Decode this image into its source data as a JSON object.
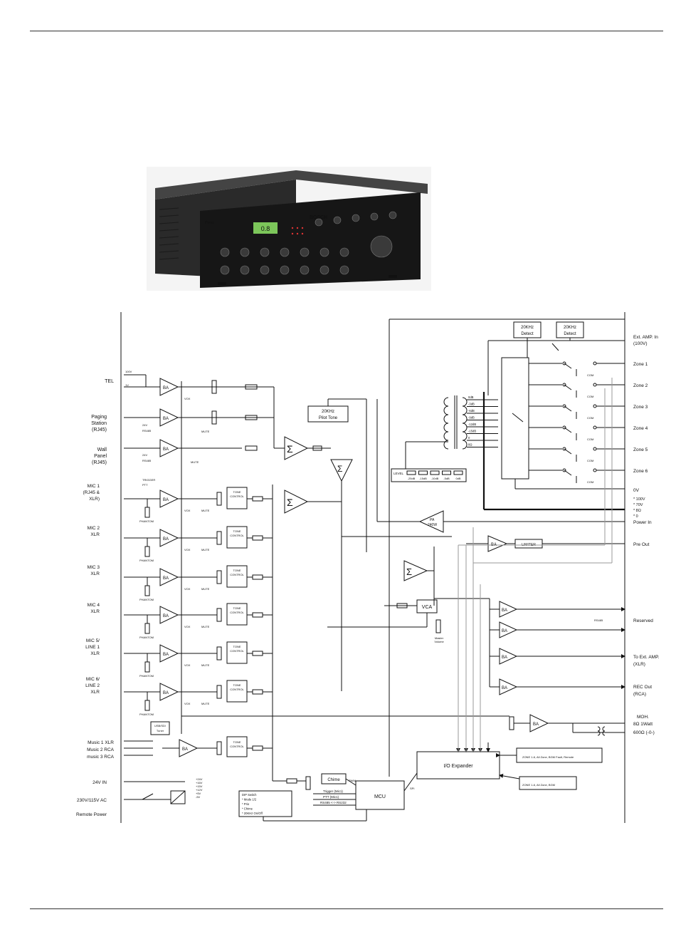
{
  "photo": {
    "brand": "BOSCH",
    "model": "Plena",
    "display": "0.8"
  },
  "inputs": [
    {
      "id": "tel",
      "label": [
        "TEL"
      ],
      "taps": [
        "100V",
        "1V"
      ]
    },
    {
      "id": "paging",
      "label": [
        "Paging",
        "Station",
        "(RJ45)"
      ],
      "taps": [
        "24V",
        "RS485"
      ]
    },
    {
      "id": "wall",
      "label": [
        "Wall",
        "Panel",
        "(RJ45)"
      ],
      "taps": [
        "24V",
        "RS485"
      ]
    },
    {
      "id": "mic1",
      "label": [
        "MIC 1",
        "(RJ45 &",
        "XLR)"
      ],
      "taps": [
        "TRIGGER",
        "PTT"
      ]
    },
    {
      "id": "mic2",
      "label": [
        "MIC 2",
        "XLR"
      ]
    },
    {
      "id": "mic3",
      "label": [
        "MIC 3",
        "XLR"
      ]
    },
    {
      "id": "mic4",
      "label": [
        "MIC 4",
        "XLR"
      ]
    },
    {
      "id": "mic5",
      "label": [
        "MIC 5/",
        "LINE 1",
        "XLR"
      ]
    },
    {
      "id": "mic6",
      "label": [
        "MIC 6/",
        "LINE 2",
        "XLR"
      ]
    }
  ],
  "music_inputs": [
    "Music 1 XLR",
    "Music 2 RCA",
    "music 3 RCA"
  ],
  "power_inputs": [
    "24V IN",
    "230V/115V AC",
    "Remote Power"
  ],
  "outputs": {
    "zones": [
      "Zone 1",
      "Zone 2",
      "Zone 3",
      "Zone 4",
      "Zone 5",
      "Zone 6"
    ],
    "ext_amp_in": [
      "Ext. AMP. In",
      "(100V)"
    ],
    "zero_v": "0V",
    "speaker_taps": [
      "* 100V",
      "* 70V",
      "* 8Ω",
      "* 0"
    ],
    "power_in": "Power In",
    "pre_out": "Pre Out",
    "reserved": "Reserved",
    "to_ext_amp": [
      "To Ext. AMP.",
      "(XLR)"
    ],
    "rec_out": [
      "REC Out",
      "(RCA)"
    ],
    "moh": [
      "MOH.",
      "8Ω 1Watt",
      "600Ω (-0-)"
    ]
  },
  "blocks": {
    "ba": "BA",
    "vox": "VOX",
    "mute": "MUTE",
    "tone_control": [
      "TONE",
      "CONTROL"
    ],
    "phantom": "PHANTOM",
    "detect": [
      "20KHz",
      "Detect"
    ],
    "pilot": [
      "20KHz",
      "Pilot Tone"
    ],
    "pa": [
      "PA",
      "240W"
    ],
    "limiter": "LIMITER",
    "vca": "VCA",
    "master_volume": [
      "Master",
      "Volume"
    ],
    "com": "COM",
    "rs485": "RS485",
    "usb_tuner": [
      "USB/SD/",
      "Tuner"
    ],
    "chime": "Chime",
    "mcu": "MCU",
    "pwm": "PWM",
    "spi": "SPI",
    "io_expander": "I/O Expander",
    "level": "LEVEL",
    "level_steps": [
      "-25dB",
      "-15dB",
      "-10dB",
      "-5dB",
      "0dB"
    ],
    "tap_labels": [
      "0dB",
      "-3dB",
      "-6dB",
      "-9dB",
      "-12dB",
      "-15dB",
      "0",
      "8Ω"
    ],
    "zone_leds": "ZONE 1-6, All Zone, BGM Fault, Remote",
    "zone_keys": "ZONE 1-6, All Zone, BGM",
    "mcu_signals": [
      "Trigger (Mic1)",
      "PTT (Mic1)",
      "RS485 <-> RS232"
    ],
    "dip_switch": [
      "DIP Switch",
      "* Mode 1/2",
      "* Prio",
      "* Chime",
      "* 20KHz On/Off"
    ],
    "psu_rails": [
      "+24V",
      "+16V",
      "+15V",
      "+12V",
      "+5V",
      "-5V"
    ]
  }
}
